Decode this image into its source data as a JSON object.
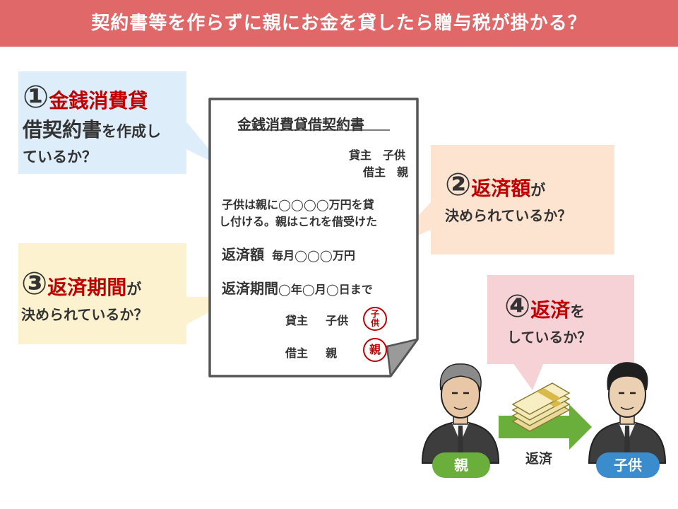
{
  "banner": {
    "title": "契約書等を作らずに親にお金を貸したら贈与税が掛かる？"
  },
  "q1": {
    "number": "①",
    "highlight1": "金銭消費貸",
    "highlight2": "借契約書",
    "rest": "を作成し",
    "line3": "ているか？"
  },
  "q2": {
    "number": "②",
    "highlight": "返済額",
    "rest": "が",
    "line2": "決められているか？"
  },
  "q3": {
    "number": "③",
    "highlight": "返済期間",
    "rest": "が",
    "line2": "決められているか？"
  },
  "q4": {
    "number": "④",
    "highlight": "返済",
    "rest": "を",
    "line2": "しているか？"
  },
  "document": {
    "title": "金銭消費貸借契約書",
    "lender_line": "貸主　子供",
    "borrower_line": "借主　親",
    "body_line1": "子供は親に◯◯◯◯万円を貸",
    "body_line2": "し付ける。親はこれを借受けた",
    "repay_label": "返済額",
    "repay_value": "毎月◯◯◯万円",
    "period_label": "返済期間",
    "period_value": "◯年◯月◯日まで",
    "sign_lender_role": "貸主",
    "sign_lender_name": "子供",
    "sign_borrower_role": "借主",
    "sign_borrower_name": "親",
    "seal_child_1": "子",
    "seal_child_2": "供",
    "seal_parent": "親"
  },
  "people": {
    "parent": "親",
    "child": "子供",
    "arrow_label": "返済"
  },
  "colors": {
    "banner": "#e06868",
    "q1_bg": "#ddeefa",
    "q2_bg": "#fce4d0",
    "q3_bg": "#fdf2d0",
    "q4_bg": "#f6d2d6",
    "accent_red": "#c00000",
    "parent_pill": "#6aae3c",
    "child_pill": "#3a8ccc",
    "arrow": "#6aae3c"
  }
}
